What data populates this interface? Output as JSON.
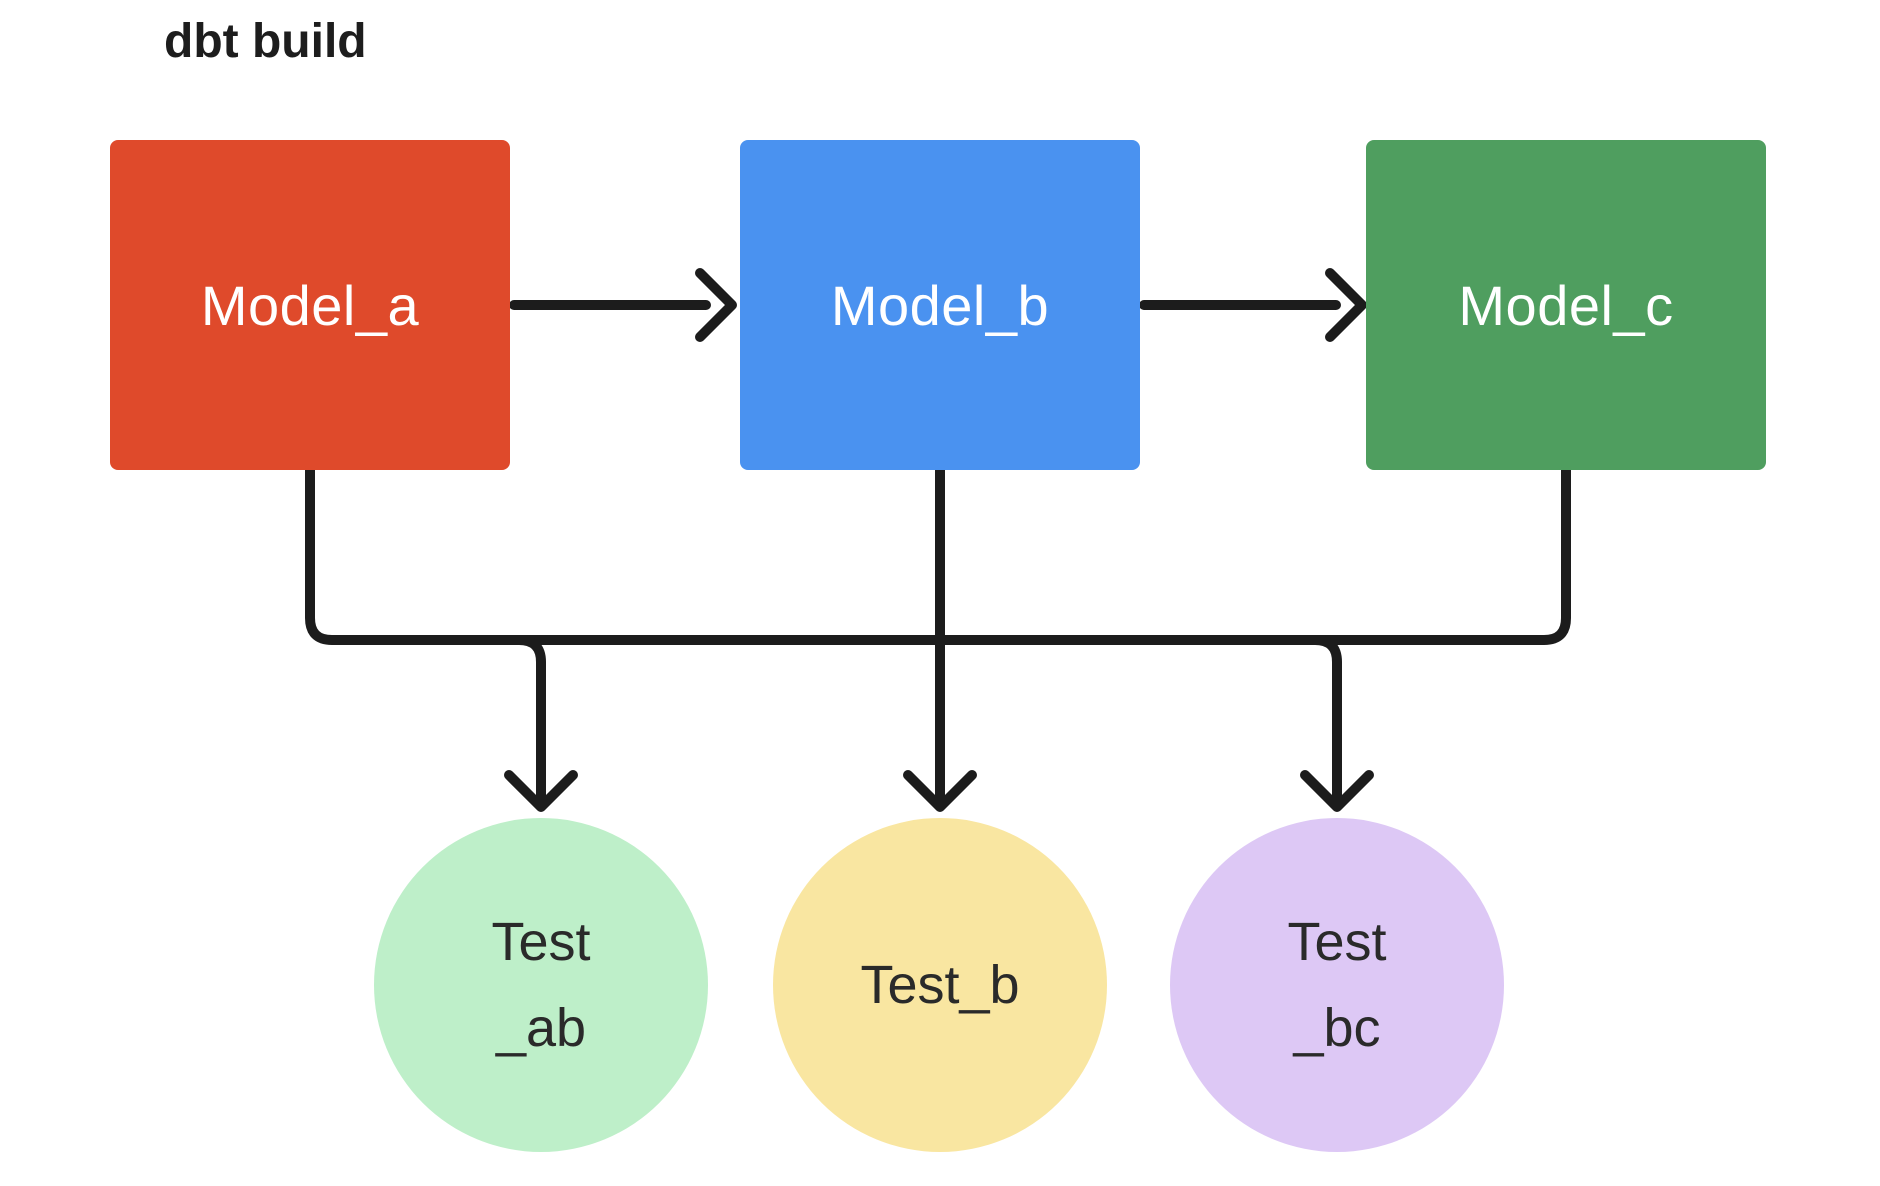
{
  "title": "dbt build",
  "colors": {
    "background": "#ffffff",
    "connector": "#1c1c1c",
    "model_a": "#df4a2b",
    "model_b": "#4a92f0",
    "model_c": "#4f9e5f",
    "test_ab": "#beefc9",
    "test_b": "#f9e6a1",
    "test_bc": "#ddc8f5"
  },
  "models": [
    {
      "id": "model_a",
      "label": "Model_a",
      "color": "#df4a2b"
    },
    {
      "id": "model_b",
      "label": "Model_b",
      "color": "#4a92f0"
    },
    {
      "id": "model_c",
      "label": "Model_c",
      "color": "#4f9e5f"
    }
  ],
  "tests": [
    {
      "id": "test_ab",
      "lines": [
        "Test",
        "_ab"
      ],
      "color": "#beefc9"
    },
    {
      "id": "test_b",
      "lines": [
        "Test_b"
      ],
      "color": "#f9e6a1"
    },
    {
      "id": "test_bc",
      "lines": [
        "Test",
        "_bc"
      ],
      "color": "#ddc8f5"
    }
  ],
  "edges": [
    {
      "from": "Model_a",
      "to": "Model_b",
      "type": "arrow"
    },
    {
      "from": "Model_b",
      "to": "Model_c",
      "type": "arrow"
    },
    {
      "from": "Model_a",
      "to": "Test_ab",
      "type": "arrow"
    },
    {
      "from": "Model_b",
      "to": "Test_ab",
      "type": "arrow"
    },
    {
      "from": "Model_b",
      "to": "Test_b",
      "type": "arrow"
    },
    {
      "from": "Model_b",
      "to": "Test_bc",
      "type": "arrow"
    },
    {
      "from": "Model_c",
      "to": "Test_bc",
      "type": "arrow"
    }
  ]
}
